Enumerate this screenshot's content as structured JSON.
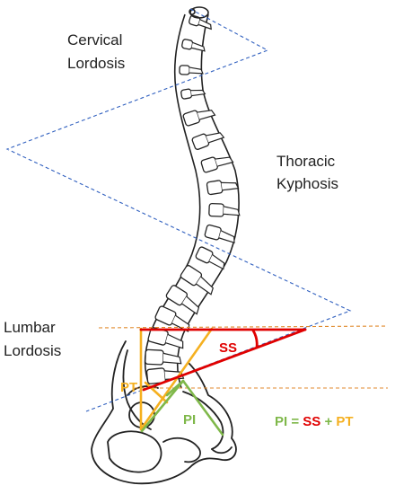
{
  "labels": {
    "cervical_line1": "Cervical",
    "cervical_line2": "Lordosis",
    "thoracic_line1": "Thoracic",
    "thoracic_line2": "Kyphosis",
    "lumbar_line1": "Lumbar",
    "lumbar_line2": "Lordosis",
    "ss": "SS",
    "pt": "PT",
    "pi": "PI"
  },
  "formula": {
    "pi": "PI",
    "eq": " = ",
    "ss": "SS",
    "plus": " + ",
    "pt": "PT"
  },
  "colors": {
    "guide_blue": "#2f5fbf",
    "guide_orange": "#e08a2c",
    "ss_red": "#e00000",
    "pt_orange": "#f5b020",
    "pi_green": "#7fb84a",
    "bone": "#222222"
  }
}
